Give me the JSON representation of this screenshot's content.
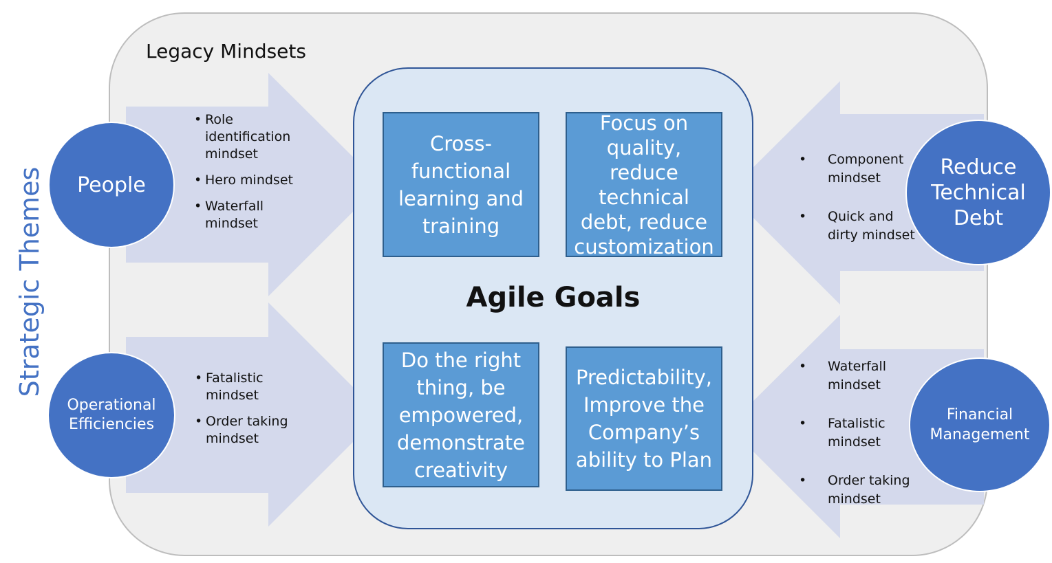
{
  "legacy_title": "Legacy Mindsets",
  "side_title": "Strategic Themes",
  "center": {
    "title": "Agile Goals",
    "goals": [
      "Cross-functional learning and training",
      "Focus on quality, reduce technical debt, reduce customization",
      "Do the right thing, be empowered, demonstrate creativity",
      "Predictability, Improve the Company’s ability to Plan"
    ]
  },
  "themes": {
    "people": {
      "label": "People",
      "mindsets": [
        "Role identification mindset",
        "Hero mindset",
        "Waterfall mindset"
      ]
    },
    "operational": {
      "label": "Operational Efficiencies",
      "mindsets": [
        "Fatalistic mindset",
        "Order taking mindset"
      ]
    },
    "debt": {
      "label": "Reduce Technical Debt",
      "mindsets": [
        "Component mindset",
        "Quick and dirty mindset"
      ]
    },
    "financial": {
      "label": "Financial Management",
      "mindsets": [
        "Waterfall mindset",
        "Fatalistic mindset",
        "Order taking mindset"
      ]
    }
  },
  "colors": {
    "theme_circle": "#4472c4",
    "goal_box": "#5b9bd5",
    "center_box": "#dbe7f4",
    "arrow": "#d4d9ec",
    "outer_box": "#efefef",
    "side_title": "#4472c4"
  }
}
